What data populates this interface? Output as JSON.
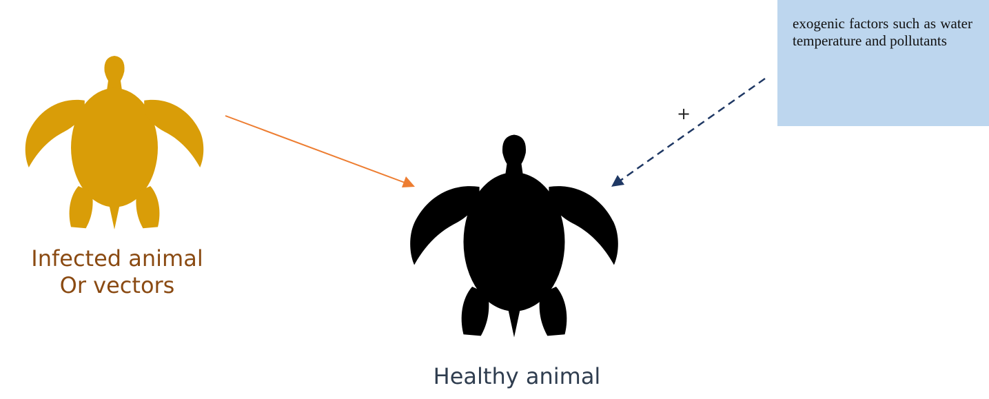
{
  "nodes": {
    "infected": {
      "line1": "Infected animal",
      "line2": "Or vectors",
      "color": "#d99d08"
    },
    "healthy": {
      "label": "Healthy animal",
      "color": "#000000"
    },
    "factors": {
      "text": "exogenic factors such as water temperature and pollutants",
      "bg": "#bdd6ee"
    }
  },
  "edges": {
    "transmission": {
      "from": "infected",
      "to": "healthy",
      "style": "solid",
      "color": "#ed7d31"
    },
    "exogenic": {
      "from": "factors",
      "to": "healthy",
      "style": "dashed",
      "color": "#1f3864",
      "label": "+"
    }
  }
}
